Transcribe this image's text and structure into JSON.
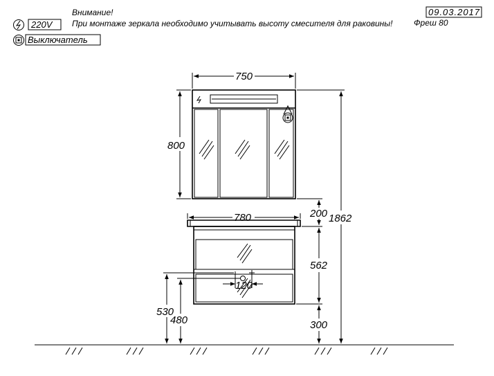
{
  "header": {
    "warning_title": "Внимание!",
    "warning_text": "При монтаже зеркала необходимо учитывать высоту смесителя для раковины!",
    "date": "09.03.2017",
    "model": "Фреш 80"
  },
  "legend": {
    "power_label": "220V",
    "power_icon": "lightning-icon",
    "switch_label": "Выключатель",
    "switch_icon": "switch-icon"
  },
  "dimensions": {
    "mirror_width": "750",
    "mirror_height": "800",
    "gap": "200",
    "total_height": "1862",
    "cabinet_width": "780",
    "cabinet_height": "562",
    "floor_clearance": "300",
    "outlet_height": "530",
    "drain_height": "480",
    "outlet_spacing": "120"
  }
}
